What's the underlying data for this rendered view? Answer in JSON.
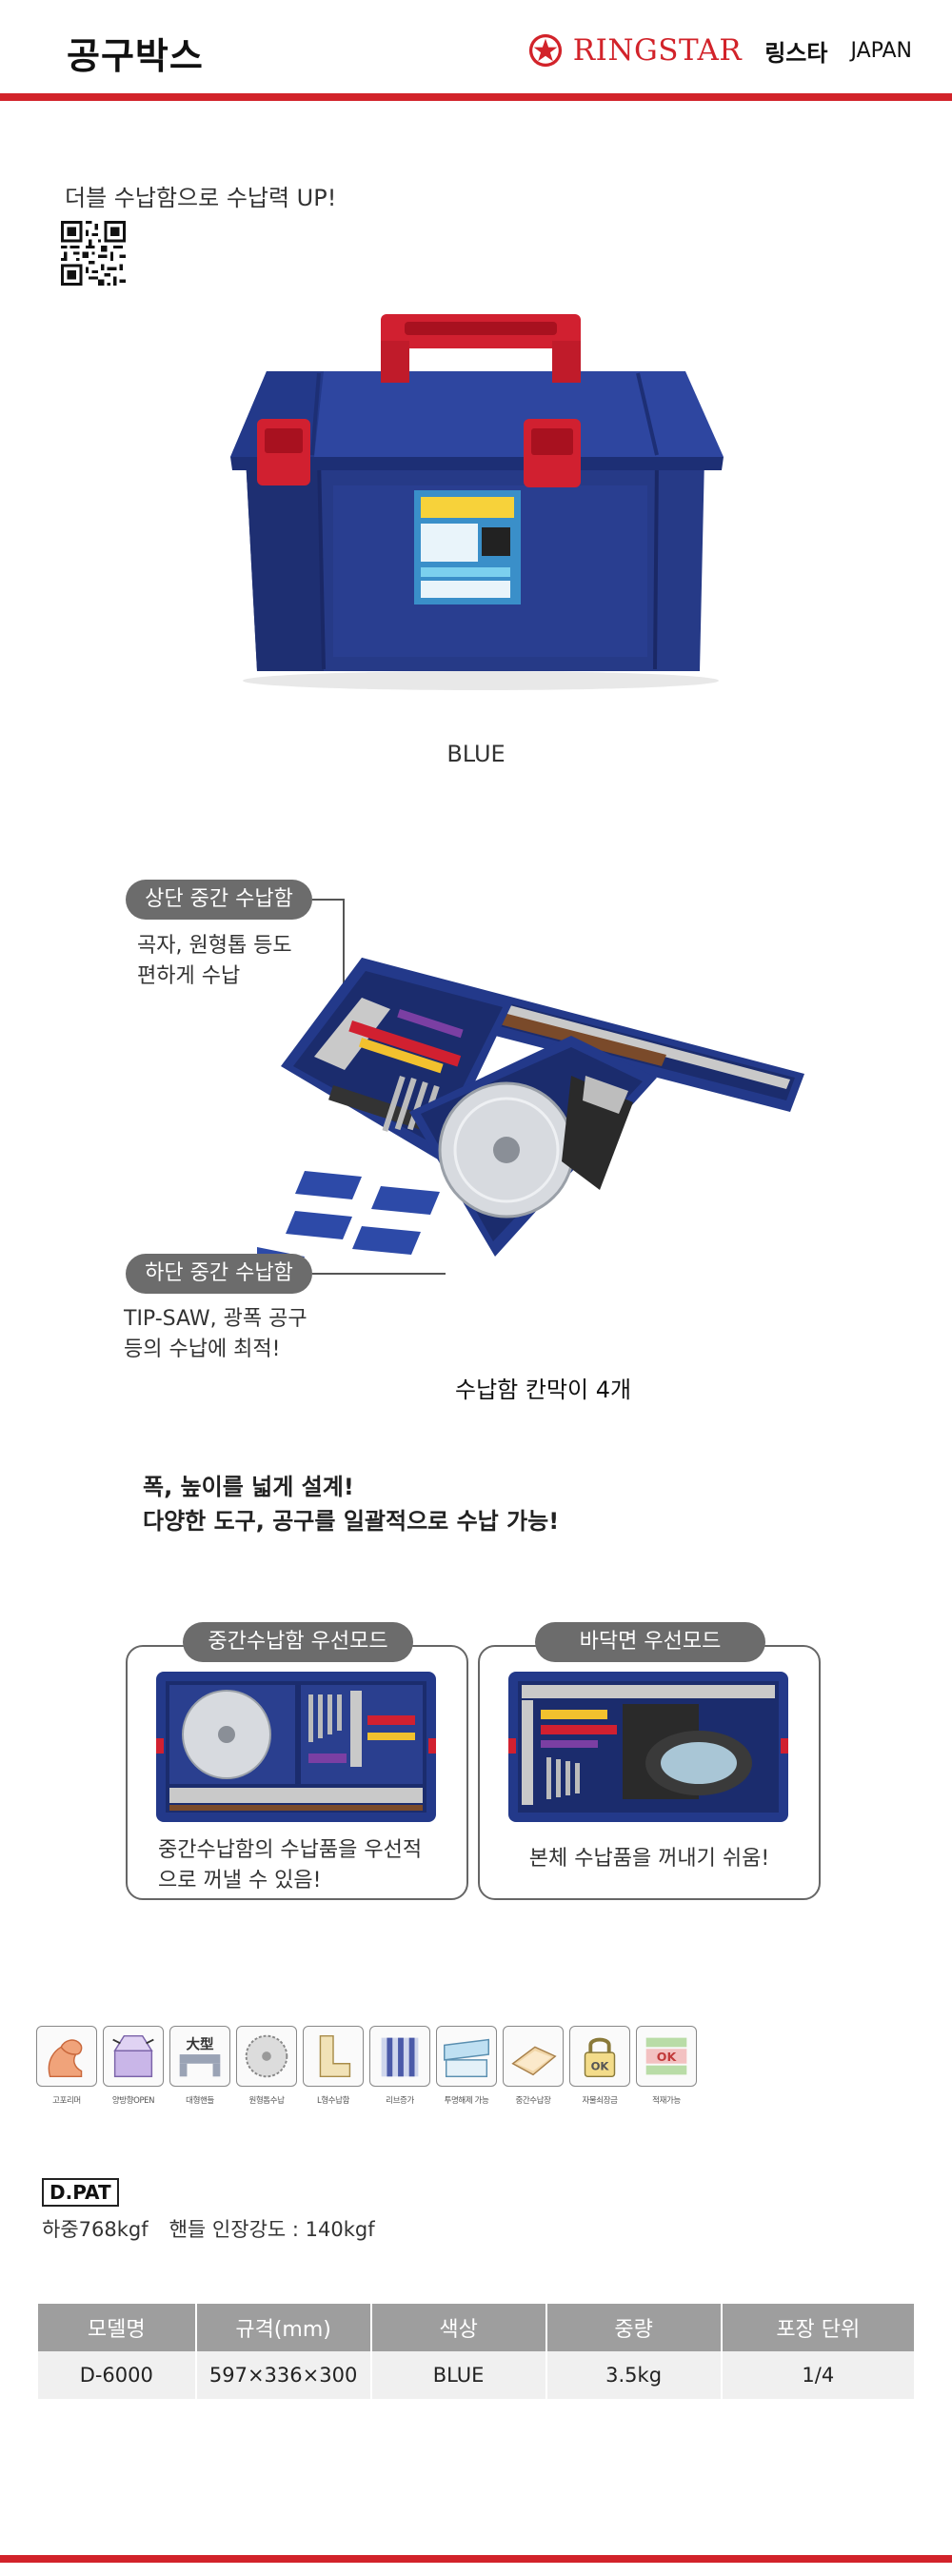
{
  "header": {
    "title": "공구박스",
    "brand_name": "RINGSTAR",
    "brand_kr": "링스타",
    "brand_country": "JAPAN"
  },
  "intro": {
    "tagline": "더블 수납함으로 수납력 UP!"
  },
  "product": {
    "color_label": "BLUE"
  },
  "trays": {
    "upper_label": "상단 중간 수납함",
    "upper_desc_line1": "곡자, 원형톱 등도",
    "upper_desc_line2": "편하게 수납",
    "lower_label": "하단 중간 수납함",
    "lower_desc_line1": "TIP-SAW, 광폭 공구",
    "lower_desc_line2": "등의 수납에 최적!",
    "divider_label": "수납함 칸막이 4개"
  },
  "design": {
    "line1": "폭, 높이를 넓게 설계!",
    "line2": "다양한 도구, 공구를 일괄적으로 수납 가능!"
  },
  "modes": {
    "mode1_label": "중간수납함 우선모드",
    "mode1_desc_line1": "중간수납함의 수납품을 우선적",
    "mode1_desc_line2": "으로 꺼낼 수 있음!",
    "mode2_label": "바닥면 우선모드",
    "mode2_desc": "본체 수납품을 꺼내기 쉬움!"
  },
  "features": [
    {
      "icon": "strong-arm-icon",
      "label": "고포리머"
    },
    {
      "icon": "double-open-icon",
      "label": "양방향OPEN"
    },
    {
      "icon": "large-handle-icon",
      "label": "대형핸들",
      "text": "大型"
    },
    {
      "icon": "circular-saw-icon",
      "label": "원형톱수납"
    },
    {
      "icon": "l-shape-icon",
      "label": "L형수납함"
    },
    {
      "icon": "divider-icon",
      "label": "리브증가"
    },
    {
      "icon": "transparent-lid-icon",
      "label": "투명해제 가능"
    },
    {
      "icon": "tray-icon",
      "label": "중간수납장"
    },
    {
      "icon": "lock-ok-icon",
      "label": "자물쇠장금",
      "text": "OK"
    },
    {
      "icon": "stack-ok-icon",
      "label": "적재가능",
      "text": "OK"
    }
  ],
  "spec_info": {
    "dpat": "D.PAT",
    "load": "하중768kgf",
    "handle_strength": "핸들 인장강도 : 140kgf"
  },
  "spec_table": {
    "headers": [
      "모델명",
      "규격(mm)",
      "색상",
      "중량",
      "포장 단위"
    ],
    "rows": [
      [
        "D-6000",
        "597×336×300",
        "BLUE",
        "3.5kg",
        "1/4"
      ]
    ]
  },
  "colors": {
    "brand_red": "#d2232a",
    "box_blue": "#2a3f8f",
    "handle_red": "#d12030"
  }
}
